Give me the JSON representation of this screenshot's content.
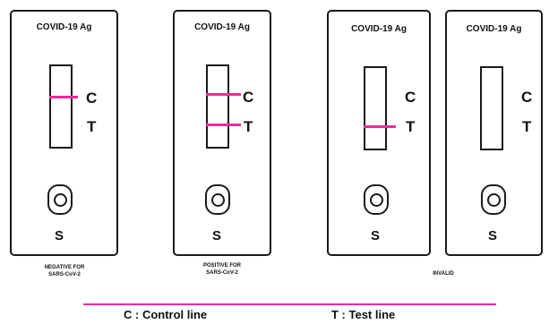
{
  "colors": {
    "band": "#ee2a9c",
    "outline": "#1a1a1a",
    "legend_rule": "#ee2a9c"
  },
  "cards": [
    {
      "title": "COVID-19 Ag",
      "c_label": "C",
      "t_label": "T",
      "s_label": "S",
      "control_line": true,
      "test_line": false
    },
    {
      "title": "COVID-19 Ag",
      "c_label": "C",
      "t_label": "T",
      "s_label": "S",
      "control_line": true,
      "test_line": true
    },
    {
      "title": "COVID-19 Ag",
      "c_label": "C",
      "t_label": "T",
      "s_label": "S",
      "control_line": false,
      "test_line": true
    },
    {
      "title": "COVID-19 Ag",
      "c_label": "C",
      "t_label": "T",
      "s_label": "S",
      "control_line": false,
      "test_line": false
    }
  ],
  "captions": {
    "negative": "NEGATIVE FOR\nSARS-CoV-2",
    "positive": "POSITIVE FOR\nSARS-CoV-2",
    "invalid": "INVALID"
  },
  "legend": {
    "control": "C : Control line",
    "test": "T : Test line"
  }
}
